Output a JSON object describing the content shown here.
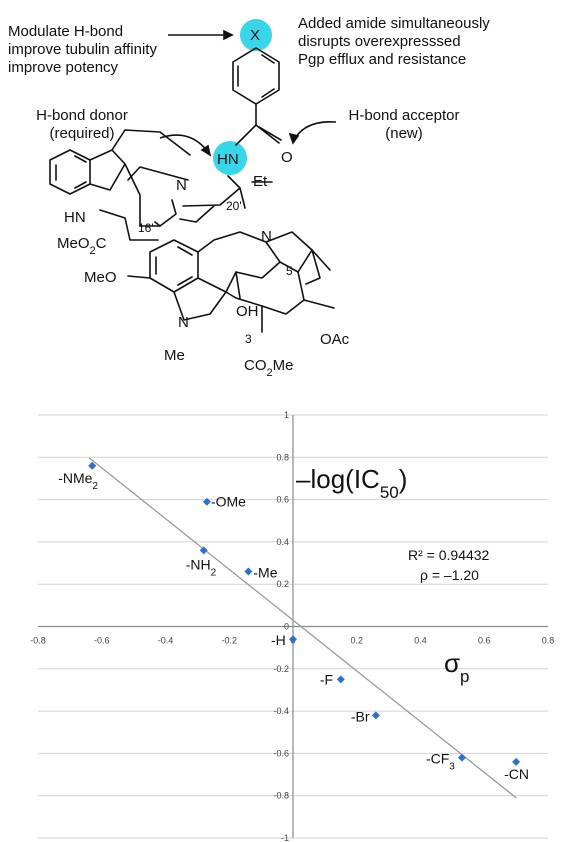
{
  "scheme": {
    "modulate_note": [
      "Modulate H-bond",
      "improve tubulin affinity",
      "improve potency"
    ],
    "amide_note": [
      "Added amide simultaneously",
      "disrupts overexpresssed",
      "Pgp efflux and resistance"
    ],
    "donor_note": [
      "H-bond donor",
      "(required)"
    ],
    "acceptor_note": [
      "H-bond acceptor",
      "(new)"
    ],
    "atoms": {
      "x": "X",
      "hn": "HN",
      "o": "O",
      "n_top": "N",
      "et": "Et",
      "c20": "20'",
      "hn_indole": "HN",
      "meo2c": "MeO2C",
      "c16": "16'",
      "meo": "MeO",
      "n_bottom": "N",
      "me": "Me",
      "n_right": "N",
      "c5": "5",
      "oh": "OH",
      "c3": "3",
      "oac": "OAc",
      "co2me": "CO2Me"
    },
    "highlight_color": "#38d6e8"
  },
  "chart_data": {
    "type": "scatter",
    "title": "–log(IC50)",
    "xlabel": "σp",
    "ylabel": "",
    "xlim": [
      -0.8,
      0.8
    ],
    "ylim": [
      -1,
      1
    ],
    "x_ticks": [
      "-0.8",
      "-0.6",
      "-0.4",
      "-0.2",
      "0",
      "0.2",
      "0.4",
      "0.6",
      "0.8"
    ],
    "y_ticks": [
      "1",
      "0.8",
      "0.6",
      "0.4",
      "0.2",
      "0",
      "-0.2",
      "-0.4",
      "-0.6",
      "-0.8",
      "-1"
    ],
    "grid": true,
    "point_color": "#2f6fd0",
    "series": [
      {
        "points": [
          {
            "label": "-NMe2",
            "x": -0.63,
            "y": 0.76
          },
          {
            "label": "-OMe",
            "x": -0.27,
            "y": 0.59
          },
          {
            "label": "-NH2",
            "x": -0.28,
            "y": 0.36
          },
          {
            "label": "-Me",
            "x": -0.14,
            "y": 0.26
          },
          {
            "label": "-H",
            "x": 0.0,
            "y": -0.06
          },
          {
            "label": "-F",
            "x": 0.15,
            "y": -0.25
          },
          {
            "label": "-Br",
            "x": 0.26,
            "y": -0.42
          },
          {
            "label": "-CF3",
            "x": 0.53,
            "y": -0.62
          },
          {
            "label": "-CN",
            "x": 0.7,
            "y": -0.64
          }
        ]
      }
    ],
    "trendline": {
      "slope": -1.2,
      "intercept": 0.03,
      "x_from": -0.64,
      "x_to": 0.7
    },
    "annotations": {
      "r2": "R² = 0.94432",
      "rho": "ρ = –1.20"
    }
  }
}
